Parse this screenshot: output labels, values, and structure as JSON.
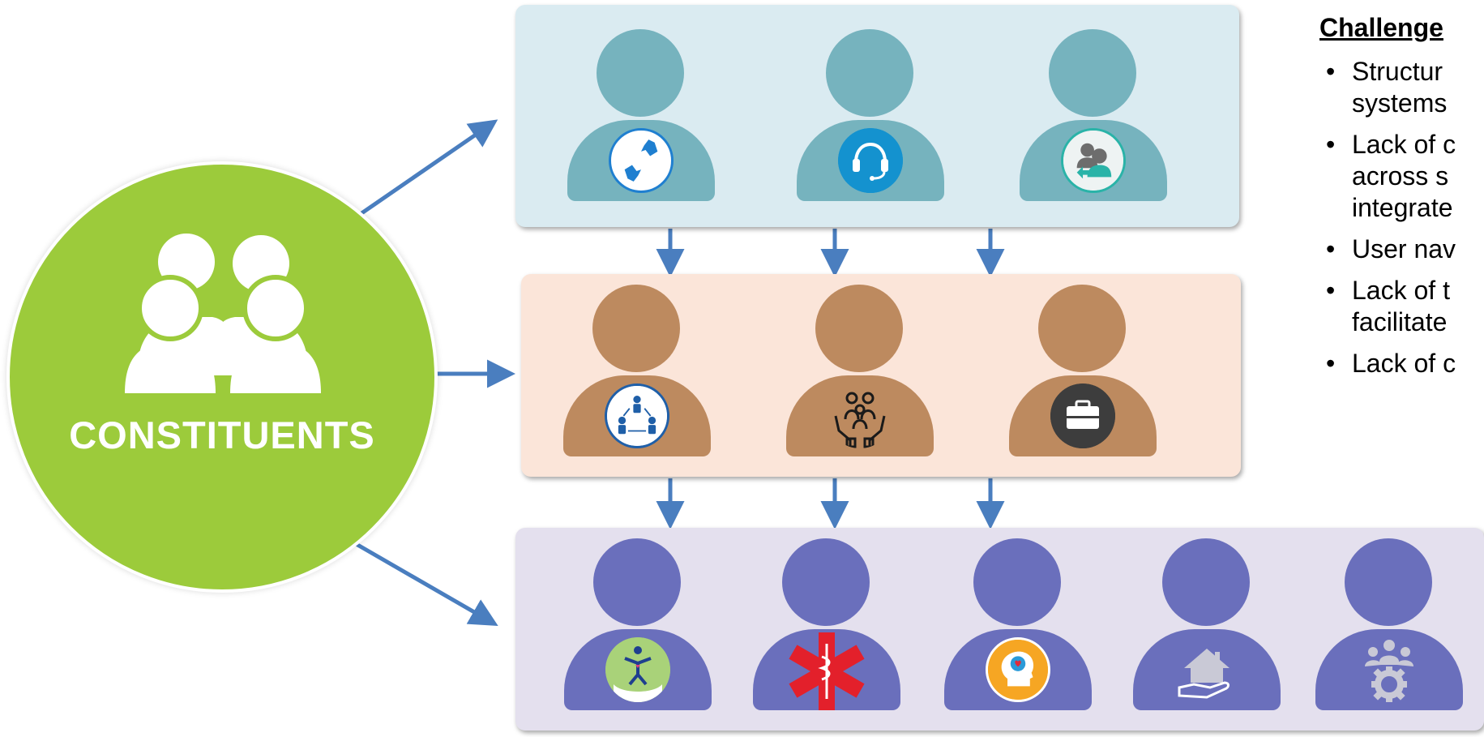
{
  "constituents": {
    "label": "CONSTITUENTS",
    "color": "#9ccb3b",
    "icon": "group-of-people-icon"
  },
  "tiers": [
    {
      "name": "top",
      "color": "#76b3be",
      "panel_color": "#daebf1",
      "people": [
        {
          "icon": "helping-hands-icon"
        },
        {
          "icon": "headset-support-icon"
        },
        {
          "icon": "user-exchange-icon"
        }
      ]
    },
    {
      "name": "middle",
      "color": "#bd8a5f",
      "panel_color": "#fbe5d9",
      "people": [
        {
          "icon": "network-collaboration-icon"
        },
        {
          "icon": "family-care-icon"
        },
        {
          "icon": "briefcase-icon"
        }
      ]
    },
    {
      "name": "bottom",
      "color": "#6a6fbc",
      "panel_color": "#e4e0ee",
      "people": [
        {
          "icon": "wellness-person-icon"
        },
        {
          "icon": "medical-star-of-life-icon"
        },
        {
          "icon": "mental-health-head-icon"
        },
        {
          "icon": "housing-hand-icon"
        },
        {
          "icon": "team-gear-icon"
        }
      ]
    }
  ],
  "challenges": {
    "heading": "Challenge",
    "items": [
      "Structur\nsystems",
      "Lack of c\nacross s\nintegrate",
      "User nav",
      "Lack of t\nfacilitate",
      "Lack of c"
    ]
  },
  "arrow_color": "#4a7ebf"
}
